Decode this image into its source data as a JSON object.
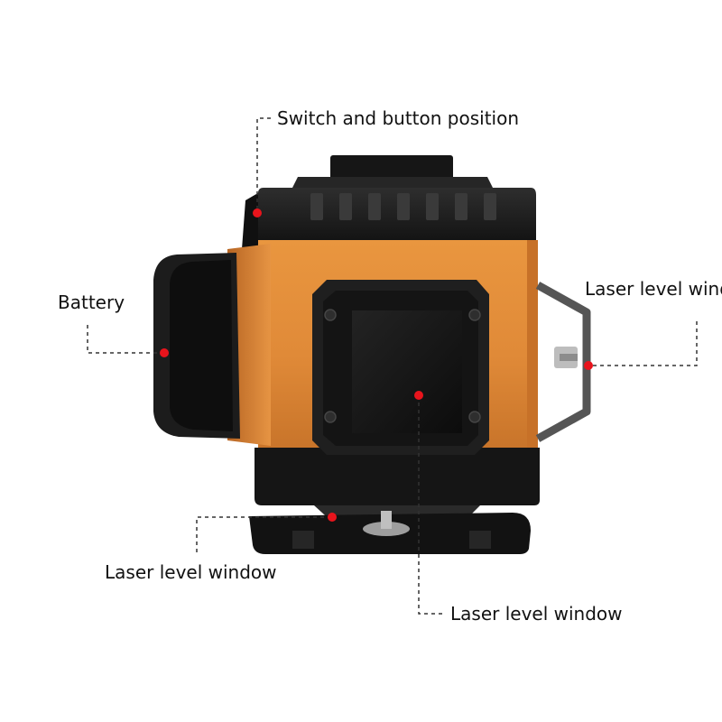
{
  "colors": {
    "housing": "#E08A38",
    "housing_highlight": "#F0A658",
    "rubber": "#1B1B1B",
    "rubber_dark": "#0B0B0B",
    "rubber_mid": "#2A2A2A",
    "vent": "#3A3A3A",
    "bracket": "#5E5E5E",
    "metal": "#B9B9B9",
    "marker": "#E8141C",
    "leader": "#333333",
    "background": "#FFFFFF"
  },
  "callouts": [
    {
      "id": "switch",
      "label": "Switch and button position",
      "icon": "switch-marker"
    },
    {
      "id": "battery",
      "label": "Battery",
      "icon": "battery-marker"
    },
    {
      "id": "side-window",
      "label": "Laser level window",
      "icon": "side-window-marker"
    },
    {
      "id": "bottom-window",
      "label": "Laser level window",
      "icon": "bottom-window-marker"
    },
    {
      "id": "front-window",
      "label": "Laser level window",
      "icon": "front-window-marker"
    }
  ]
}
